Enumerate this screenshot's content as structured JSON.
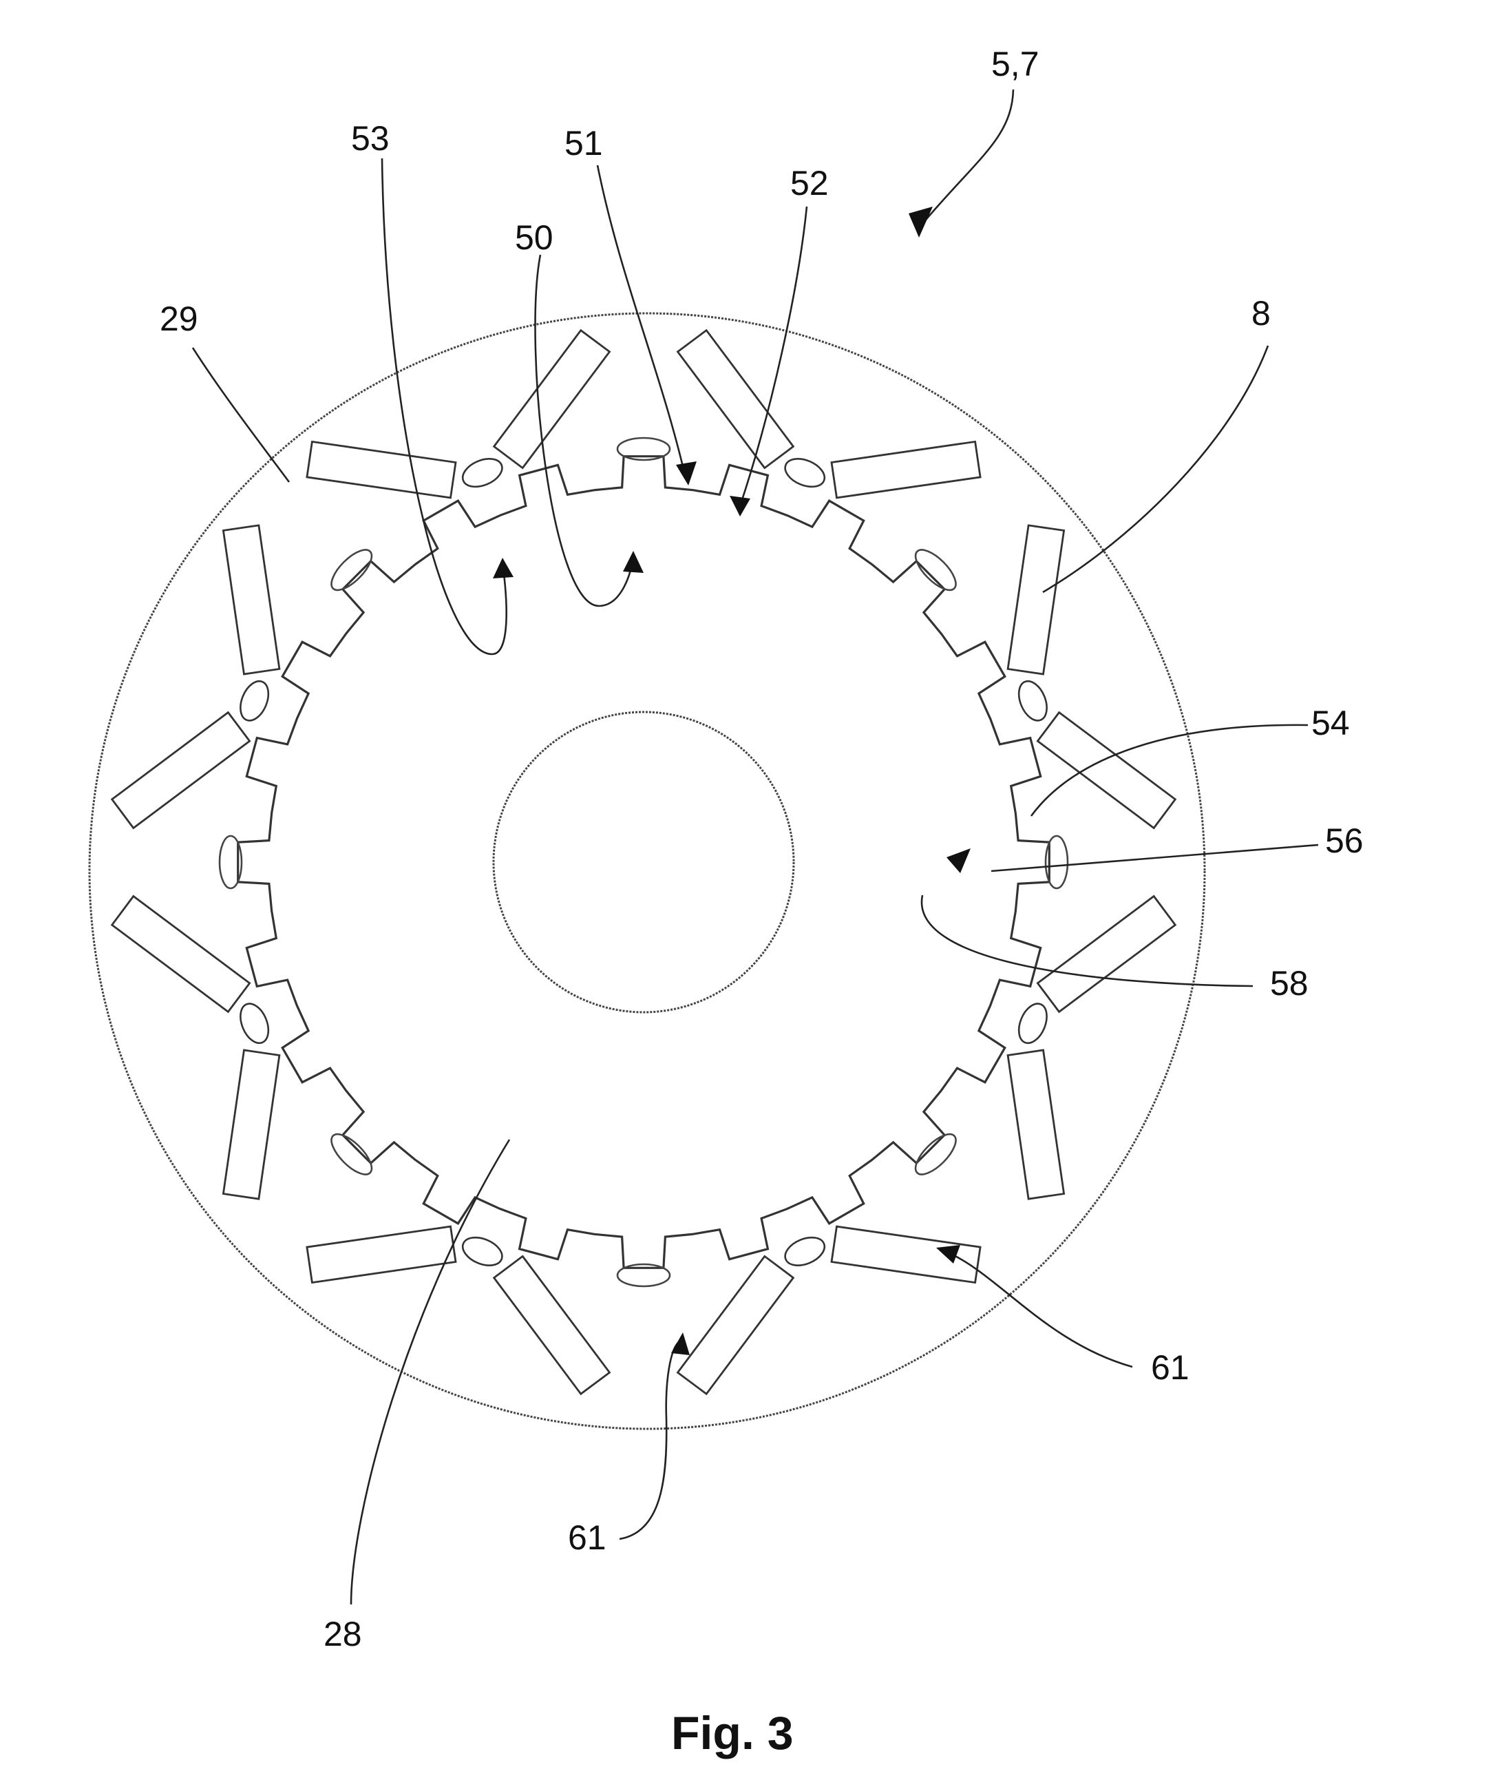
{
  "figure": {
    "caption": "Fig. 3",
    "labels": [
      {
        "id": "ref-5-7",
        "text": "5,7"
      },
      {
        "id": "ref-53",
        "text": "53"
      },
      {
        "id": "ref-51",
        "text": "51"
      },
      {
        "id": "ref-52",
        "text": "52"
      },
      {
        "id": "ref-50",
        "text": "50"
      },
      {
        "id": "ref-29",
        "text": "29"
      },
      {
        "id": "ref-8",
        "text": "8"
      },
      {
        "id": "ref-54",
        "text": "54"
      },
      {
        "id": "ref-56",
        "text": "56"
      },
      {
        "id": "ref-58",
        "text": "58"
      },
      {
        "id": "ref-61-right",
        "text": "61"
      },
      {
        "id": "ref-61-bottom",
        "text": "61"
      },
      {
        "id": "ref-28",
        "text": "28"
      }
    ]
  }
}
